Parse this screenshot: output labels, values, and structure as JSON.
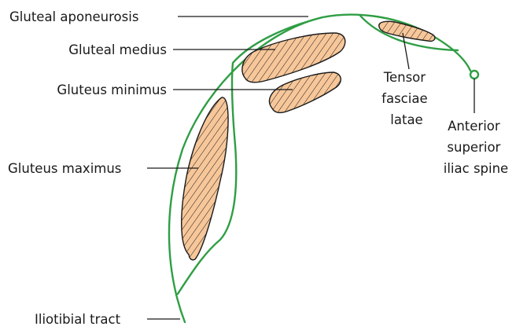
{
  "diagram": {
    "labels": {
      "gluteal_aponeurosis": "Gluteal aponeurosis",
      "gluteal_medius": "Gluteal medius",
      "gluteus_minimus": "Gluteus minimus",
      "gluteus_maximus": "Gluteus maximus",
      "iliotibial_tract": "Iliotibial tract",
      "tensor_fasciae_latae": [
        "Tensor",
        "fasciae",
        "latae"
      ],
      "anterior_superior_iliac_spine": [
        "Anterior",
        "superior",
        "iliac spine"
      ]
    },
    "colors": {
      "fascia_line": "#2f9e44",
      "muscle_fill": "#f7c79a",
      "muscle_hatch": "#1a1a1a",
      "label_text": "#1a1a1a",
      "background": "#ffffff"
    }
  }
}
